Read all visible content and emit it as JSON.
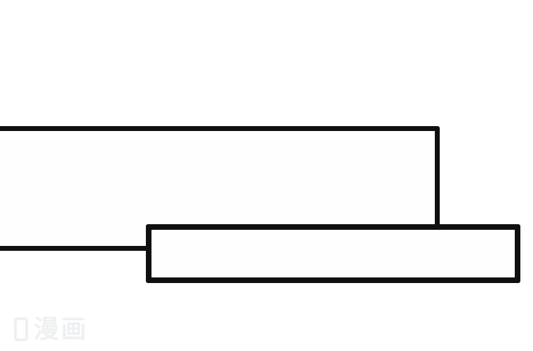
{
  "page": {
    "type": "comic-page",
    "background_color": "#ffffff",
    "panel_border_color": "#101010",
    "panel_fill_color": "#fefefe",
    "panel_count": 2
  },
  "watermark": {
    "text": "漫画",
    "color": "#eef0f2",
    "icon": "rounded-rect-logo"
  }
}
